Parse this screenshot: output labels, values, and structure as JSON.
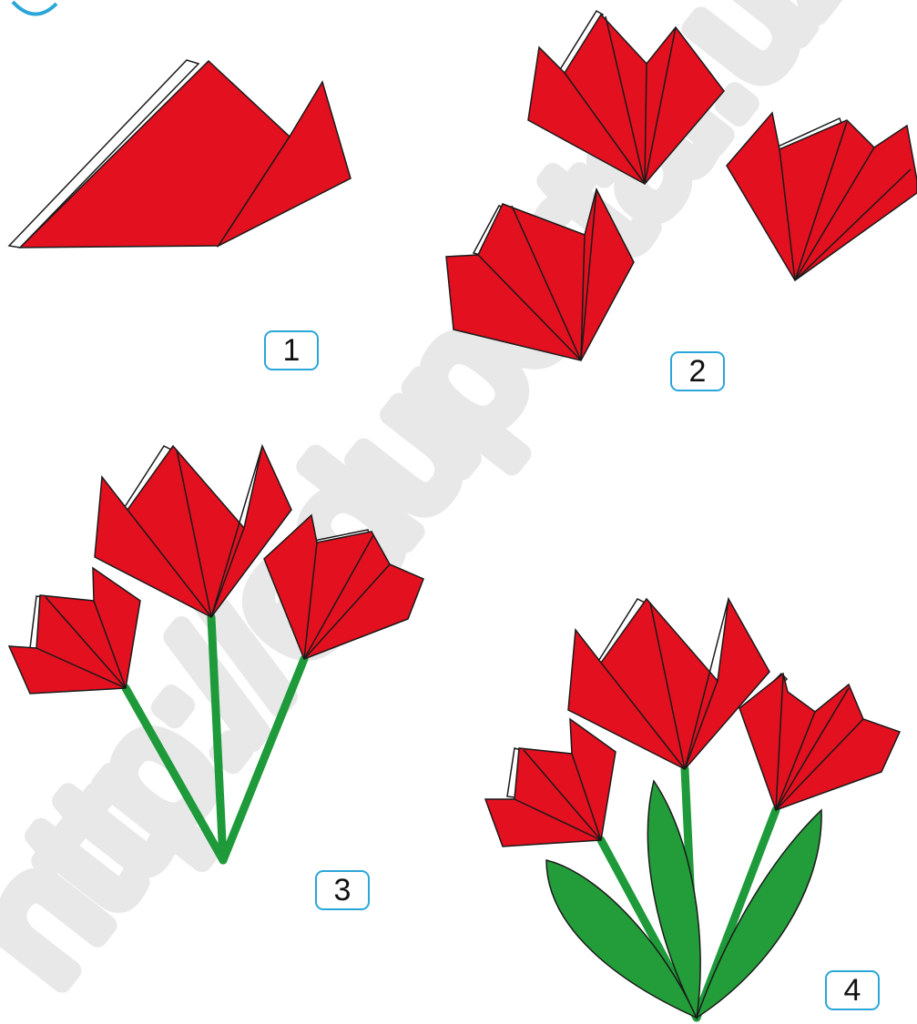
{
  "steps": {
    "step1": "1",
    "step2": "2",
    "step3": "3",
    "step4": "4"
  },
  "watermark": {
    "text": "http://eduportal.uz"
  },
  "colors": {
    "petal": "#e3101f",
    "outline": "#1a1a1a",
    "paper_edge": "#ffffff",
    "stem": "#1e9a3a",
    "leaf": "#239c3a",
    "badge_border": "#2aa6d9",
    "watermark": "#e6e6e6"
  }
}
